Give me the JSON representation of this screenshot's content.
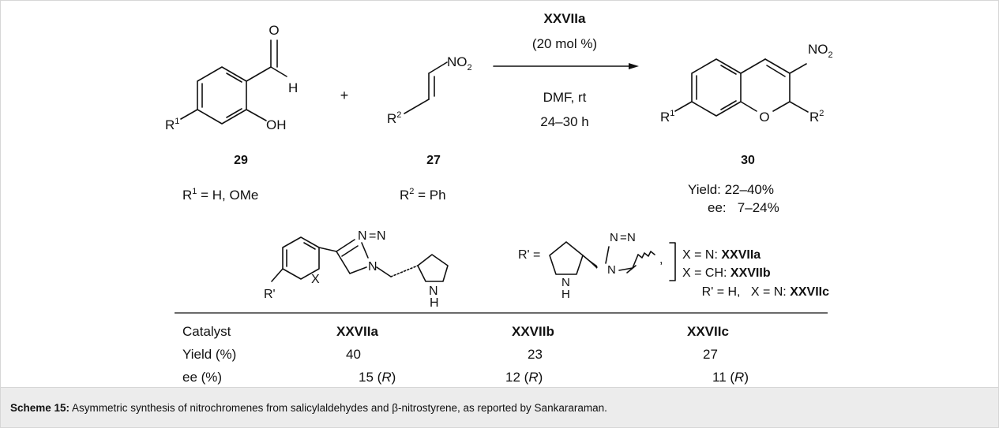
{
  "reaction": {
    "reactant1": {
      "aldehyde_o": "O",
      "aldehyde_h": "H",
      "oh": "OH",
      "r": "R",
      "r_sup": "1",
      "number": "29",
      "r_def_pre": "R",
      "r_def_sup": "1",
      "r_def_post": " = H, OMe"
    },
    "plus": "+",
    "reactant2": {
      "nitro_pre": "NO",
      "nitro_sub": "2",
      "r": "R",
      "r_sup": "2",
      "number": "27",
      "r_def_pre": "R",
      "r_def_sup": "2",
      "r_def_post": " = Ph"
    },
    "conditions": {
      "catalyst": "XXVIIa",
      "loading": "(20 mol %)",
      "solvent": "DMF, rt",
      "time": "24–30 h"
    },
    "product": {
      "nitro_pre": "NO",
      "nitro_sub": "2",
      "r1": "R",
      "r1_sup": "1",
      "o": "O",
      "r2": "R",
      "r2_sup": "2",
      "number": "30",
      "yield": "Yield: 22–40%",
      "ee": "ee:   7–24%"
    }
  },
  "catalysts": {
    "left": {
      "n1": "N",
      "eq": "=",
      "n2": "N",
      "n3": "N",
      "x": "X",
      "rp": "R'",
      "nh_n": "N",
      "nh_h": "H"
    },
    "right": {
      "rp_eq": "R' =",
      "nh_n": "N",
      "nh_h": "H",
      "n1": "N",
      "eq": "=",
      "n2": "N",
      "n3": "N",
      "comma": ",",
      "defs": [
        {
          "pre": "X = N: ",
          "bold": "XXVIIa"
        },
        {
          "pre": "X = CH: ",
          "bold": "XXVIIb"
        },
        {
          "pre": "R' = H,   X = N: ",
          "bold": "XXVIIc"
        }
      ]
    }
  },
  "table": {
    "headers": [
      "Catalyst",
      "XXVIIa",
      "XXVIIb",
      "XXVIIc"
    ],
    "rows": [
      {
        "label": "Yield (%)",
        "values": [
          "40",
          "23",
          "27"
        ]
      },
      {
        "label": "ee (%)",
        "values": [
          "15",
          "12",
          "11"
        ],
        "config": "R"
      }
    ]
  },
  "caption": {
    "label": "Scheme 15:",
    "text": " Asymmetric synthesis of nitrochromenes from salicylaldehydes and β-nitrostyrene, as reported by Sankararaman."
  }
}
